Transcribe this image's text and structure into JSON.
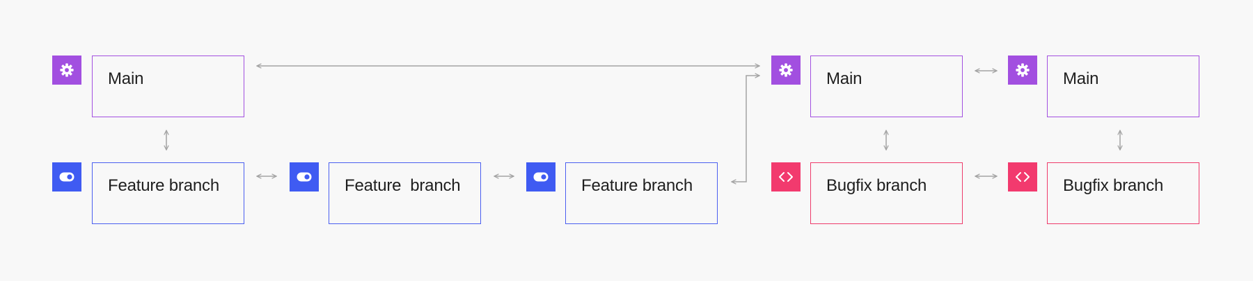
{
  "colors": {
    "main": "#a24fe0",
    "feature": "#3f5bf2",
    "bugfix": "#f23a6e",
    "connector": "#a3a3a3",
    "background": "#f8f8f8"
  },
  "nodes": [
    {
      "id": "main-1",
      "kind": "main",
      "label": "Main",
      "icon": "gear-icon"
    },
    {
      "id": "feature-1",
      "kind": "feature",
      "label": "Feature branch",
      "icon": "toggle-icon"
    },
    {
      "id": "feature-2",
      "kind": "feature",
      "label": "Feature  branch",
      "icon": "toggle-icon"
    },
    {
      "id": "feature-3",
      "kind": "feature",
      "label": "Feature branch",
      "icon": "toggle-icon"
    },
    {
      "id": "main-2",
      "kind": "main",
      "label": "Main",
      "icon": "gear-icon"
    },
    {
      "id": "main-3",
      "kind": "main",
      "label": "Main",
      "icon": "gear-icon"
    },
    {
      "id": "bugfix-1",
      "kind": "bugfix",
      "label": "Bugfix branch",
      "icon": "code-brackets-icon"
    },
    {
      "id": "bugfix-2",
      "kind": "bugfix",
      "label": "Bugfix branch",
      "icon": "code-brackets-icon"
    }
  ],
  "edges": [
    {
      "from": "main-1",
      "to": "feature-1",
      "style": "double-arrow"
    },
    {
      "from": "feature-1",
      "to": "feature-2",
      "style": "double-arrow"
    },
    {
      "from": "feature-2",
      "to": "feature-3",
      "style": "double-arrow"
    },
    {
      "from": "feature-3",
      "to": "main-2",
      "style": "elbow-arrow"
    },
    {
      "from": "main-1",
      "to": "main-2",
      "style": "double-arrow"
    },
    {
      "from": "main-2",
      "to": "main-3",
      "style": "double-arrow"
    },
    {
      "from": "main-2",
      "to": "bugfix-1",
      "style": "double-arrow"
    },
    {
      "from": "bugfix-1",
      "to": "bugfix-2",
      "style": "double-arrow"
    },
    {
      "from": "main-3",
      "to": "bugfix-2",
      "style": "double-arrow"
    }
  ]
}
